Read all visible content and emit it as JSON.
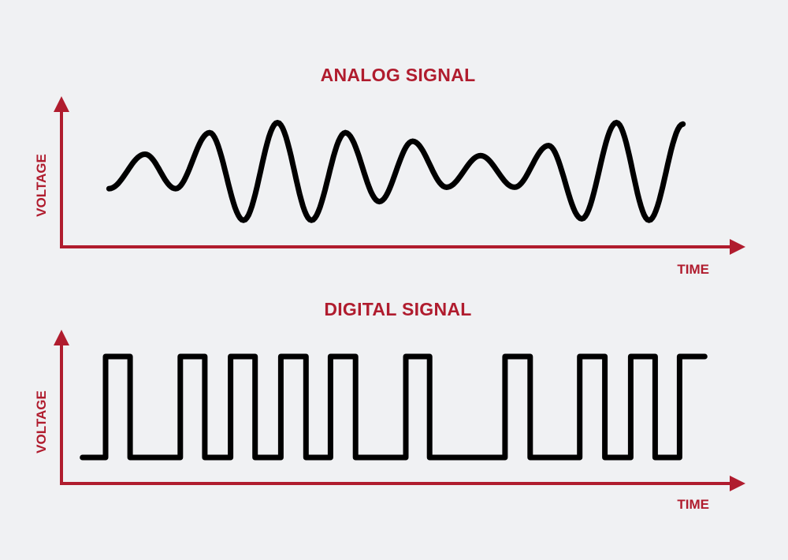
{
  "colors": {
    "background": "#f0f1f3",
    "accent": "#b01c2e",
    "signal": "#000000"
  },
  "analog": {
    "title": "ANALOG SIGNAL",
    "y_label": "VOLTAGE",
    "x_label": "TIME",
    "t_range": [
      0,
      100
    ],
    "v_range": [
      0,
      10
    ],
    "extrema": [
      [
        7.0,
        4.0
      ],
      [
        12.3,
        6.4
      ],
      [
        16.8,
        4.0
      ],
      [
        21.8,
        7.9
      ],
      [
        26.8,
        1.8
      ],
      [
        31.8,
        8.6
      ],
      [
        36.8,
        1.8
      ],
      [
        41.8,
        7.9
      ],
      [
        46.8,
        3.1
      ],
      [
        51.7,
        7.3
      ],
      [
        56.7,
        4.1
      ],
      [
        61.7,
        6.3
      ],
      [
        66.7,
        4.1
      ],
      [
        71.7,
        7.0
      ],
      [
        76.6,
        1.9
      ],
      [
        81.7,
        8.6
      ],
      [
        86.5,
        1.8
      ],
      [
        91.5,
        8.5
      ]
    ]
  },
  "digital": {
    "title": "DIGITAL SIGNAL",
    "y_label": "VOLTAGE",
    "x_label": "TIME",
    "t_range": [
      0,
      100
    ],
    "start": 3.1,
    "end": 94.7,
    "start_level": 0,
    "edges": [
      6.5,
      10.1,
      17.5,
      21.1,
      24.9,
      28.5,
      32.3,
      36.0,
      39.6,
      43.3,
      50.7,
      54.2,
      65.3,
      69.0,
      76.3,
      80.0,
      83.8,
      87.4,
      91.0
    ]
  }
}
